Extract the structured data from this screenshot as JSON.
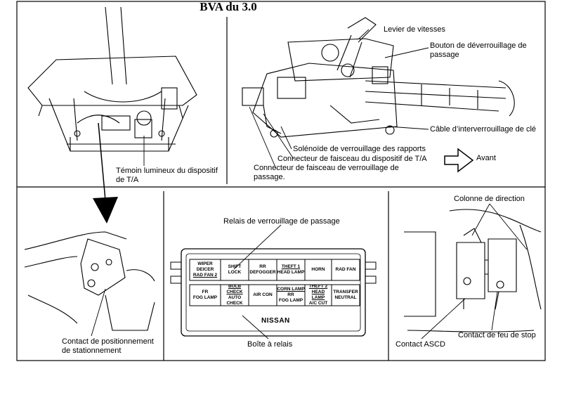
{
  "title": "BVA du 3.0",
  "labels": {
    "levier": "Levier de vitesses",
    "bouton": "Bouton de déverrouillage de passage",
    "cable": "Câble d’interverrouillage de clé",
    "solenoide": "Solénoïde de verrouillage des rapports",
    "connecteur_ta": "Connecteur de faisceau du dispositif de T/A",
    "connecteur_passage": "Connecteur de faisceau de verrouillage de passage.",
    "avant": "Avant",
    "temoin": "Témoin lumineux du dispositif de T/A",
    "relais": "Relais de verrouillage de passage",
    "boite": "Boîte à relais",
    "colonne": "Colonne de direction",
    "contact_stationnement": "Contact de positionnement de stationnement",
    "contact_ascd": "Contact ASCD",
    "contact_stop": "Contact de feu de stop"
  },
  "relay_box": {
    "brand": "NISSAN",
    "row1": [
      {
        "l1": "WIPER",
        "l2": "DEICER",
        "l3": "RAD FAN 2",
        "l3u": true
      },
      {
        "l1": "SHIFT",
        "l2": "LOCK",
        "l3": ""
      },
      {
        "l1": "RR",
        "l2": "DEFOGGER",
        "l3": ""
      },
      {
        "l1": "THEFT 1",
        "l2": "HEAD LAMP",
        "l3": "",
        "l1u": true
      },
      {
        "l1": "",
        "l2": "HORN",
        "l3": ""
      },
      {
        "l1": "",
        "l2": "RAD FAN",
        "l3": ""
      }
    ],
    "row2": [
      {
        "l1": "FR",
        "l2": "FOG LAMP",
        "l3": ""
      },
      {
        "l1": "BULB CHECK",
        "l2": "AUTO CHECK",
        "l3": "",
        "l1u": true
      },
      {
        "l1": "",
        "l2": "AIR CON",
        "l3": ""
      },
      {
        "l1": "CORN LAMP",
        "l2": "RR",
        "l3": "FOG LAMP",
        "l1u": true
      },
      {
        "l1": "THEFT 2",
        "l2": "HEAD LAMP",
        "l3": "A/C CUT",
        "l1u": true,
        "l2u": true
      },
      {
        "l1": "TRANSFER",
        "l2": "NEUTRAL",
        "l3": ""
      }
    ]
  }
}
